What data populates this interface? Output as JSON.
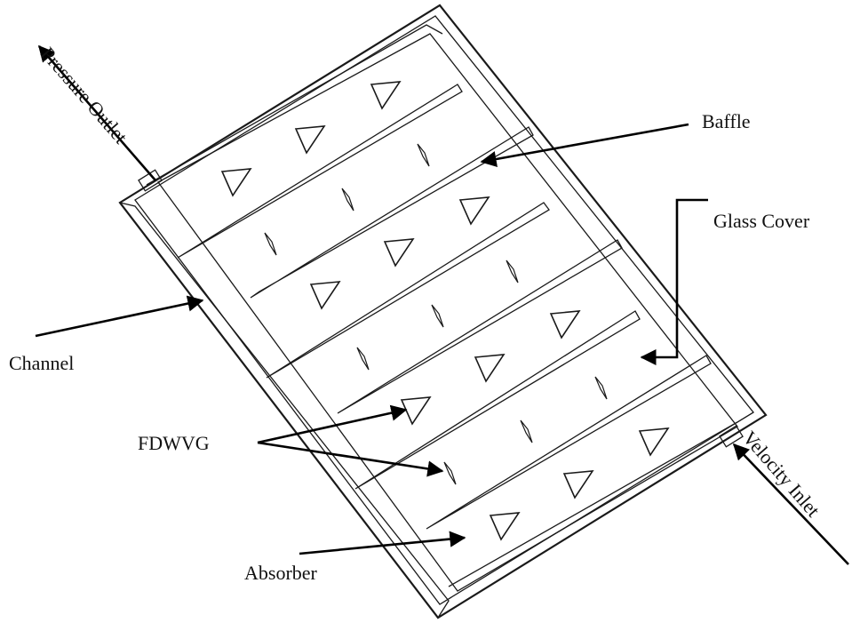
{
  "labels": {
    "pressure_outlet": "Pressure Outlet",
    "velocity_inlet": "Velocity Inlet",
    "baffle": "Baffle",
    "glass_cover": "Glass Cover",
    "channel": "Channel",
    "fdwvg": "FDWVG",
    "absorber": "Absorber"
  },
  "colors": {
    "line": "#1a1a1a",
    "background": "#ffffff"
  }
}
